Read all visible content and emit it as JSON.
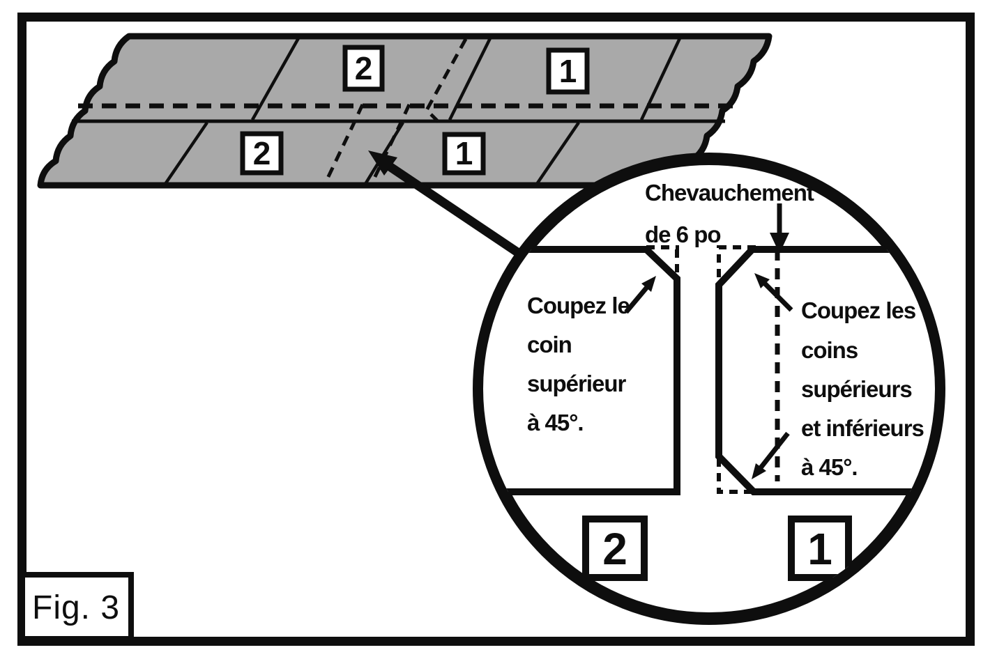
{
  "figure_label": "Fig. 3",
  "colors": {
    "membrane_gray": "#A9A9A9",
    "ink_black": "#0e0e0e",
    "paper_white": "#ffffff"
  },
  "band": {
    "top_course_labels": [
      "2",
      "1"
    ],
    "bottom_course_labels": [
      "2",
      "1"
    ]
  },
  "detail_circle": {
    "overlap_note": {
      "line1": "Chevauchement",
      "line2": "de 6 po"
    },
    "left_note_lines": [
      "Coupez le",
      "coin",
      "supérieur",
      "à 45°."
    ],
    "right_note_lines": [
      "Coupez les",
      "coins",
      "supérieurs",
      "et inférieurs",
      "à 45°."
    ],
    "piece_labels": [
      "2",
      "1"
    ]
  }
}
